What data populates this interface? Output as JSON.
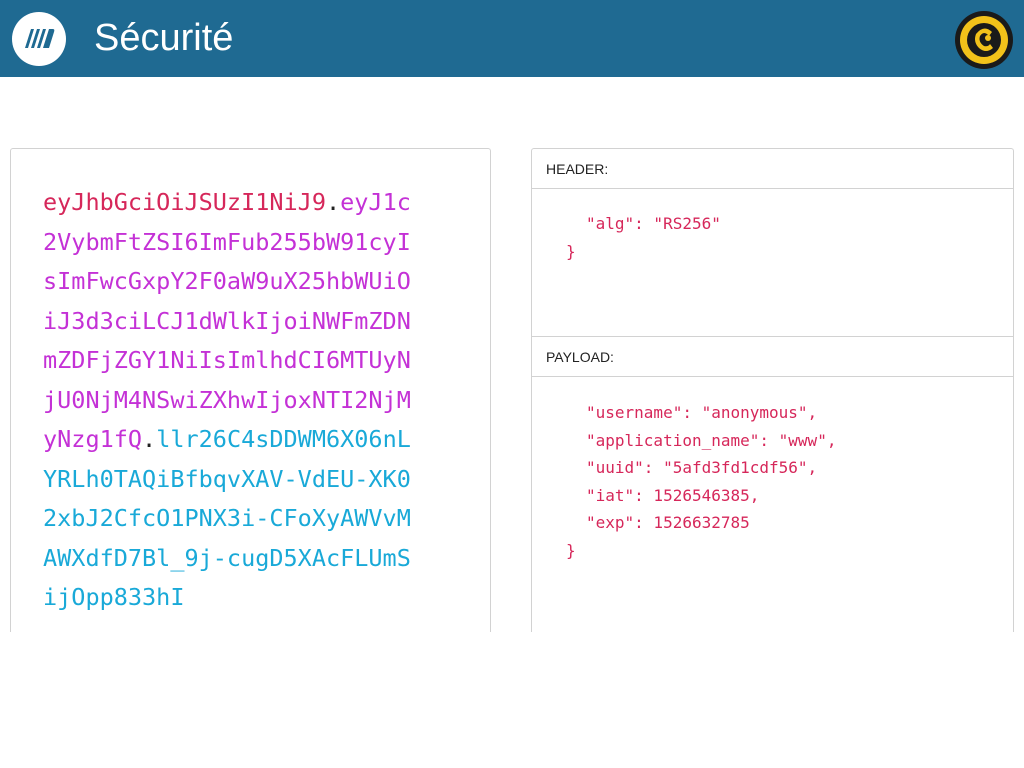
{
  "slide": {
    "title": "Sécurité"
  },
  "token": {
    "header": "eyJhbGciOiJSUzI1NiJ9",
    "payload": "eyJ1c2VybmFtZSI6ImFub255bW91cyIsImFwcGxpY2F0aW9uX25hbWUiOiJ3d3ciLCJ1dWlkIjoiNWFmZDNmZDFjZGY1NiIsImlhdCI6MTUyNjU0NjM4NSwiZXhwIjoxNTI2NjMyNzg1fQ",
    "signature": "llr26C4sDDWM6X06nLYRLh0TAQiBfbqvXAV-VdEU-XK02xbJ2CfcO1PNX3i-CFoXyAWVvMAWXdfD7Bl_9j-cugD5XAcFLUmSijOpp833hI",
    "separator": "."
  },
  "decoded": {
    "header_label": "HEADER:",
    "header_lines": [
      "\"alg\": \"RS256\""
    ],
    "open_brace": "{",
    "close_brace": "}",
    "payload_label": "PAYLOAD:",
    "payload_lines": [
      "\"username\": \"anonymous\",",
      "\"application_name\": \"www\",",
      "\"uuid\": \"5afd3fd1cdf56\",",
      "\"iat\": 1526546385,",
      "\"exp\": 1526632785"
    ]
  },
  "colors": {
    "topbar": "#1f6a92",
    "jwt_header": "#d6275a",
    "jwt_payload": "#c431d6",
    "jwt_signature": "#19a9d8"
  },
  "icons": {
    "left_logo": "brand-stripes-icon",
    "right_logo": "yellow-emblem-icon"
  }
}
